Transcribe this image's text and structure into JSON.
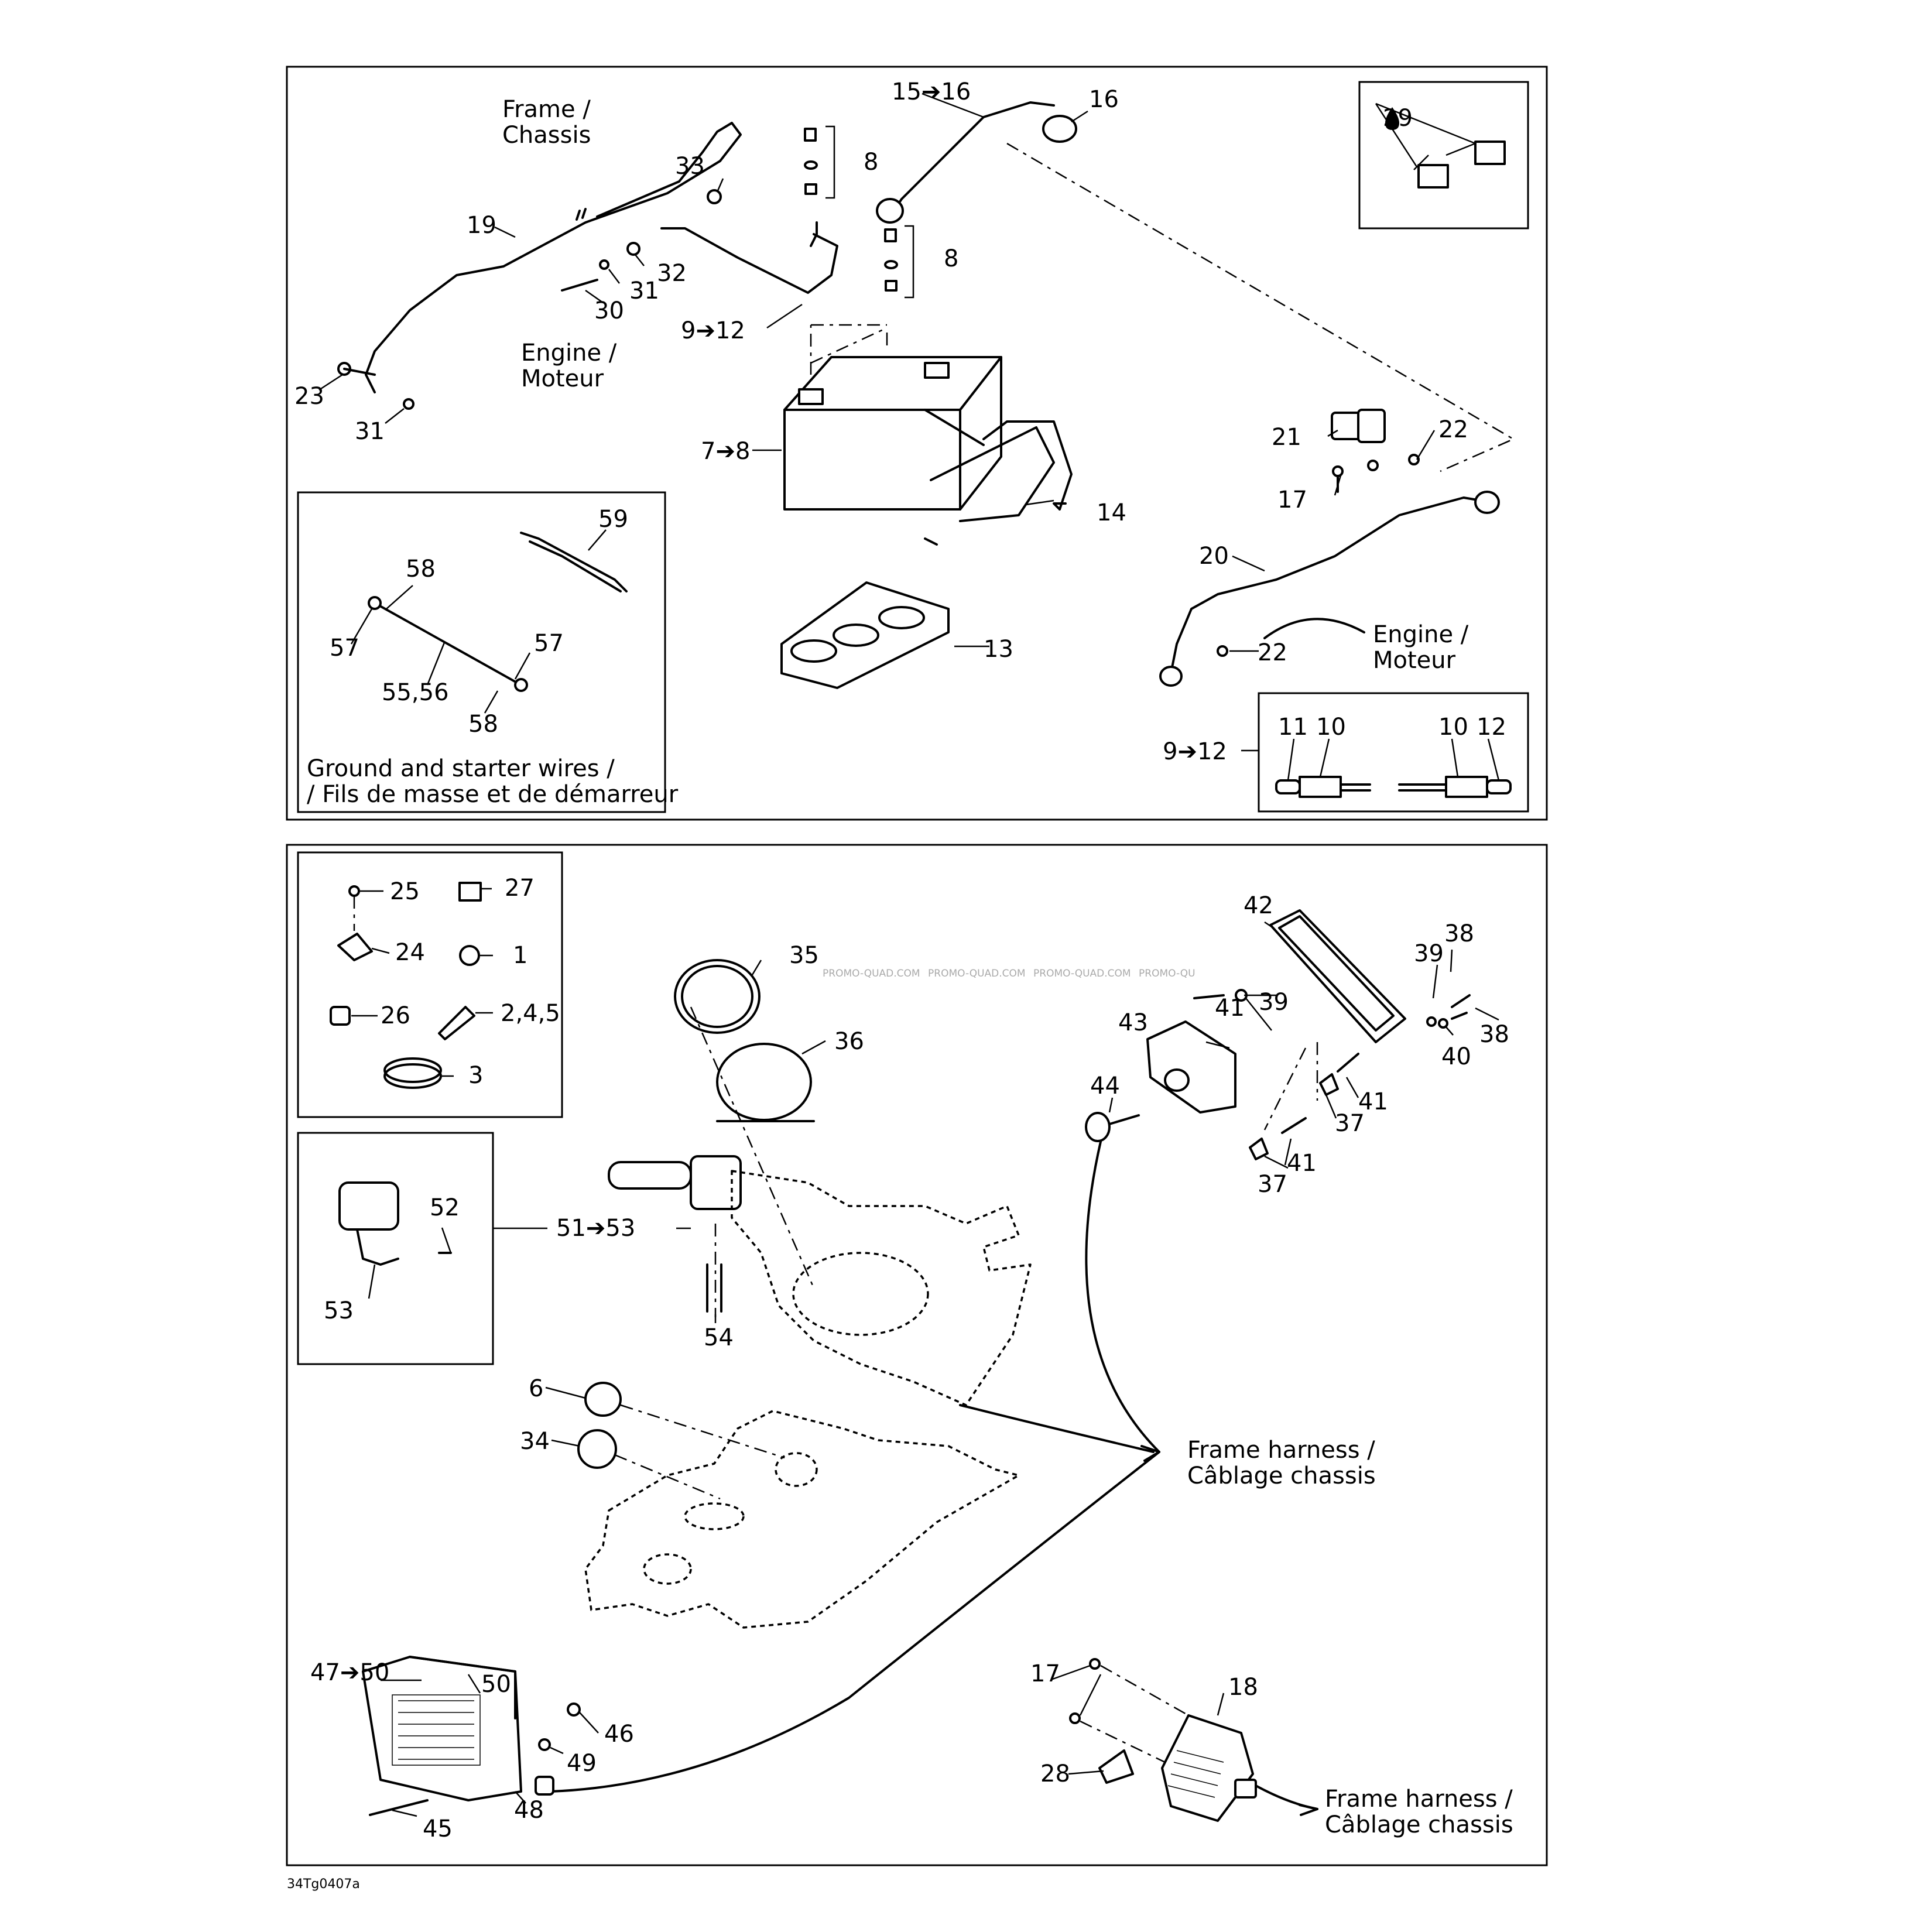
{
  "top_panel": {
    "frame_chassis": [
      "Frame /",
      "Chassis"
    ],
    "engine_moteur_1": [
      "Engine /",
      "Moteur"
    ],
    "engine_moteur_2": [
      "Engine /",
      "Moteur"
    ],
    "ground_wires": [
      "Ground and starter wires /",
      "/ Fils de masse et de démarreur"
    ],
    "refs": {
      "r15_16": "15➔16",
      "r16": "16",
      "r8a": "8",
      "r8b": "8",
      "r33": "33",
      "r19": "19",
      "r32": "32",
      "r31a": "31",
      "r30": "30",
      "r9_12a": "9➔12",
      "r23": "23",
      "r31b": "31",
      "r7_8": "7➔8",
      "r14": "14",
      "r13": "13",
      "r29": "29",
      "r21": "21",
      "r22a": "22",
      "r17": "17",
      "r20": "20",
      "r22b": "22",
      "r59": "59",
      "r58a": "58",
      "r57a": "57",
      "r57b": "57",
      "r55_56": "55,56",
      "r58b": "58",
      "r9_12b": "9➔12",
      "r11": "11",
      "r10a": "10",
      "r10b": "10",
      "r12": "12"
    }
  },
  "bottom_panel": {
    "frame_harness_1": [
      "Frame harness /",
      "Câblage chassis"
    ],
    "frame_harness_2": [
      "Frame harness /",
      "Câblage chassis"
    ],
    "watermarks": [
      "PROMO-QUAD.COM",
      "PROMO-QUAD.COM",
      "PROMO-QUAD.COM",
      "PROMO-QU"
    ],
    "refs": {
      "r25": "25",
      "r27": "27",
      "r24": "24",
      "r1": "1",
      "r26": "26",
      "r2_4_5": "2,4,5",
      "r3": "3",
      "r35": "35",
      "r36": "36",
      "r42": "42",
      "r38a": "38",
      "r39a": "39",
      "r39b": "39",
      "r41a": "41",
      "r43": "43",
      "r38b": "38",
      "r40": "40",
      "r44": "44",
      "r41b": "41",
      "r37a": "37",
      "r41c": "41",
      "r37b": "37",
      "r52": "52",
      "r51_53": "51➔53",
      "r53": "53",
      "r54": "54",
      "r6": "6",
      "r34": "34",
      "r47_50": "47➔50",
      "r50": "50",
      "r46": "46",
      "r49": "49",
      "r48": "48",
      "r45": "45",
      "r17": "17",
      "r18": "18",
      "r28": "28"
    }
  },
  "figure_code": "34Tg0407a"
}
